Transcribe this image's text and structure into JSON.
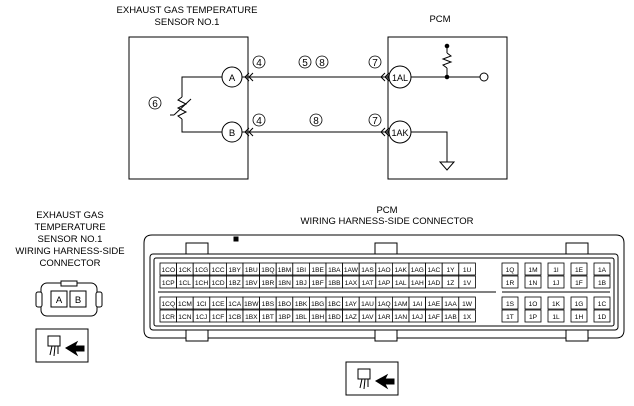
{
  "sensor": {
    "title_line1": "EXHAUST GAS TEMPERATURE",
    "title_line2": "SENSOR NO.1",
    "pin_a": "A",
    "pin_b": "B"
  },
  "pcm": {
    "title": "PCM",
    "pin_al": "1AL",
    "pin_ak": "1AK"
  },
  "wire_callouts": {
    "top_left": "4",
    "top_mid_1": "5",
    "top_mid_2": "8",
    "top_right": "7",
    "bottom_left": "4",
    "bottom_mid": "8",
    "bottom_right": "7",
    "thermistor": "6"
  },
  "sensor_connector": {
    "line1": "EXHAUST GAS",
    "line2": "TEMPERATURE",
    "line3": "SENSOR NO.1",
    "line4": "WIRING HARNESS-SIDE",
    "line5": "CONNECTOR",
    "pin_a": "A",
    "pin_b": "B"
  },
  "pcm_connector": {
    "title_line1": "PCM",
    "title_line2": "WIRING HARNESS-SIDE CONNECTOR",
    "main_rows": [
      [
        "1CO",
        "1CK",
        "1CG",
        "1CC",
        "1BY",
        "1BU",
        "1BQ",
        "1BM",
        "1BI",
        "1BE",
        "1BA",
        "1AW",
        "1AS",
        "1AO",
        "1AK",
        "1AG",
        "1AC",
        "1Y",
        "1U"
      ],
      [
        "1CP",
        "1CL",
        "1CH",
        "1CD",
        "1BZ",
        "1BV",
        "1BR",
        "1BN",
        "1BJ",
        "1BF",
        "1BB",
        "1AX",
        "1AT",
        "1AP",
        "1AL",
        "1AH",
        "1AD",
        "1Z",
        "1V"
      ],
      [
        "1CQ",
        "1CM",
        "1CI",
        "1CE",
        "1CA",
        "1BW",
        "1BS",
        "1BO",
        "1BK",
        "1BG",
        "1BC",
        "1AY",
        "1AU",
        "1AQ",
        "1AM",
        "1AI",
        "1AE",
        "1AA",
        "1W"
      ],
      [
        "1CR",
        "1CN",
        "1CJ",
        "1CF",
        "1CB",
        "1BX",
        "1BT",
        "1BP",
        "1BL",
        "1BH",
        "1BD",
        "1AZ",
        "1AV",
        "1AR",
        "1AN",
        "1AJ",
        "1AF",
        "1AB",
        "1X"
      ]
    ],
    "right_rows": [
      [
        "1Q",
        "1M",
        "1I",
        "1E",
        "1A"
      ],
      [
        "1R",
        "1N",
        "1J",
        "1F",
        "1B"
      ],
      [
        "1S",
        "1O",
        "1K",
        "1G",
        "1C"
      ],
      [
        "1T",
        "1P",
        "1L",
        "1H",
        "1D"
      ]
    ]
  }
}
